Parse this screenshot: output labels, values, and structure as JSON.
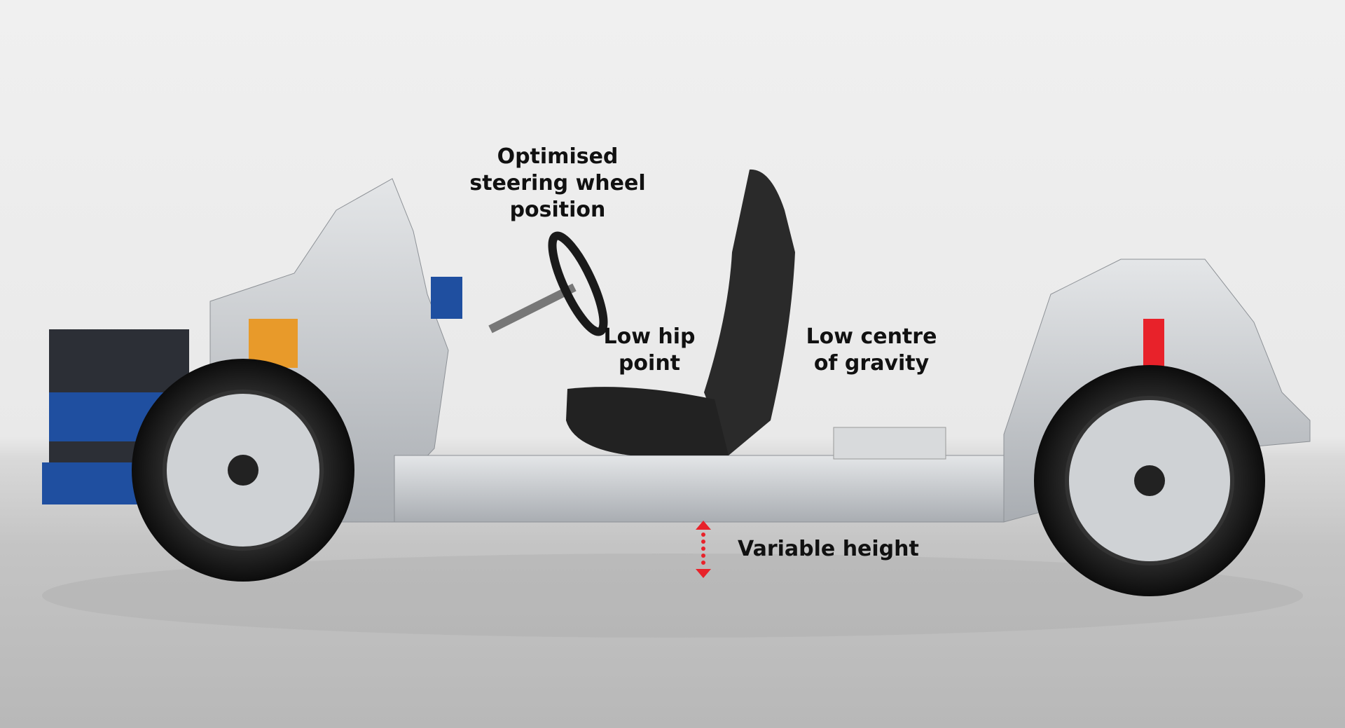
{
  "annotations": {
    "steering": [
      "Optimised",
      "steering wheel",
      "position"
    ],
    "hip": [
      "Low hip",
      "point"
    ],
    "gravity": [
      "Low centre",
      "of gravity"
    ],
    "height": "Variable height"
  },
  "colors": {
    "arrow": "#e8222a",
    "chassis": "#c9ccd0",
    "accent_blue": "#1f4fa0",
    "spring": "#e89a2a"
  }
}
